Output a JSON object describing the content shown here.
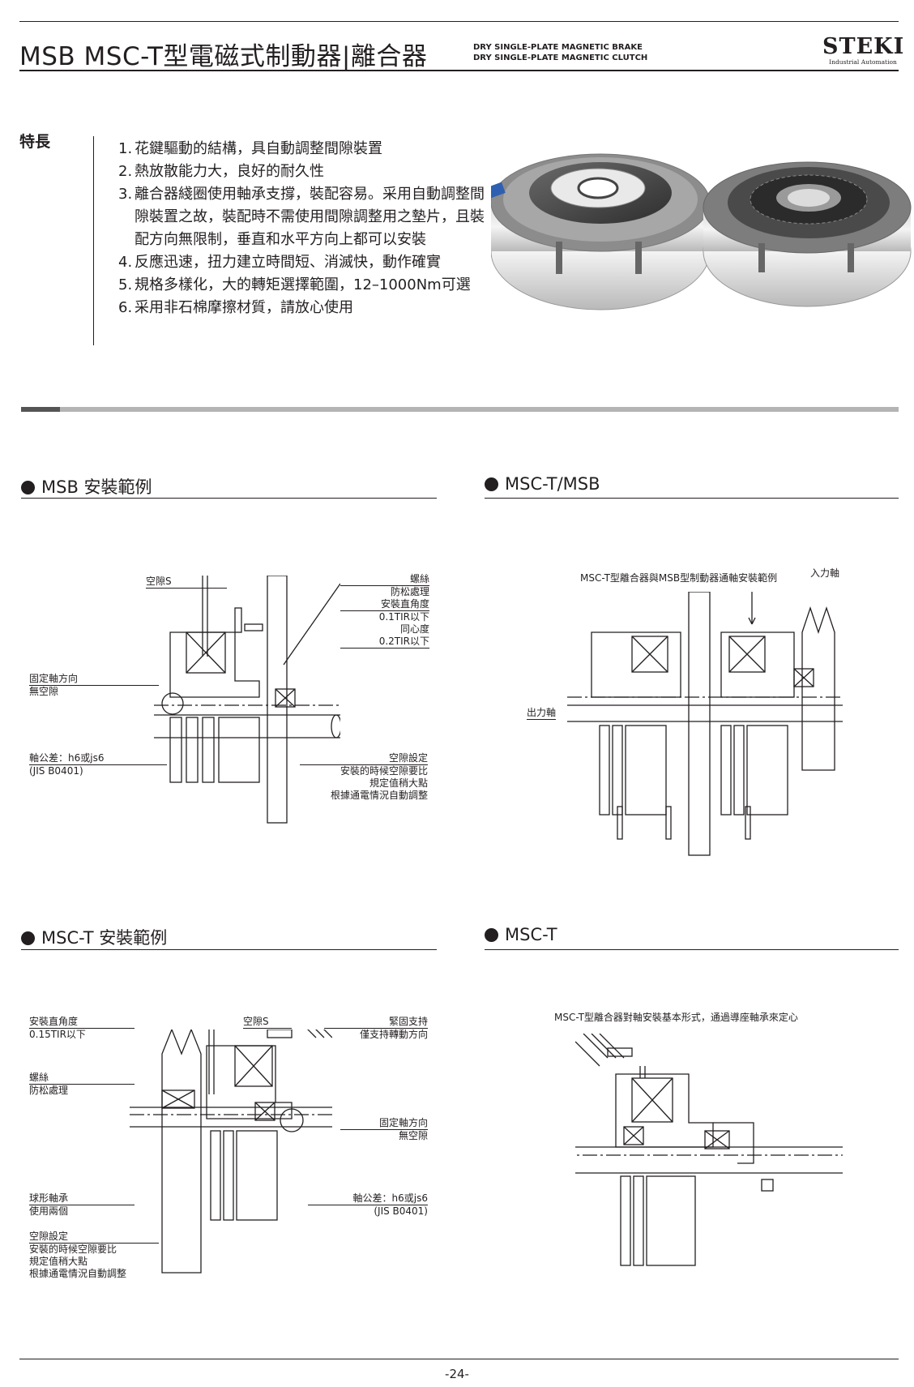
{
  "header": {
    "title": "MSB MSC-T型電磁式制動器|離合器",
    "subtitle_line1": "DRY SINGLE-PLATE MAGNETIC BRAKE",
    "subtitle_line2": "DRY SINGLE-PLATE MAGNETIC CLUTCH",
    "logo": "STEKI",
    "logo_sub": "Industrial Automation"
  },
  "features": {
    "heading": "特長",
    "items": [
      {
        "num": "1.",
        "text": "花鍵驅動的結構，具自動調整間隙裝置"
      },
      {
        "num": "2.",
        "text": "熱放散能力大，良好的耐久性"
      },
      {
        "num": "3.",
        "text": "離合器綫圈使用軸承支撐，裝配容易。采用自動調整間隙裝置之故，裝配時不需使用間隙調整用之墊片，且裝配方向無限制，垂直和水平方向上都可以安裝"
      },
      {
        "num": "4.",
        "text": "反應迅速，扭力建立時間短、消滅快，動作確實"
      },
      {
        "num": "5.",
        "text": "規格多樣化，大的轉矩選擇範圍，12–1000Nm可選"
      },
      {
        "num": "6.",
        "text": "采用非石棉摩擦材質，請放心使用"
      }
    ]
  },
  "sections": {
    "msb_install": {
      "title": "MSB 安裝範例",
      "labels": {
        "gap": "空隙S",
        "screw1": "螺絲",
        "screw2": "防松處理",
        "perp1": "安裝直角度",
        "perp2": "0.1TIR以下",
        "conc1": "同心度",
        "conc2": "0.2TIR以下",
        "fixed1": "固定軸方向",
        "fixed2": "無空隙",
        "tol1": "軸公差：h6或js6",
        "tol2": "(JIS B0401)",
        "gapset1": "空隙設定",
        "gapset2": "安裝的時候空隙要比",
        "gapset3": "規定值稍大點",
        "gapset4": "根據通電情況自動調整"
      }
    },
    "msct_msb": {
      "title": "MSC-T/MSB",
      "labels": {
        "caption": "MSC-T型離合器與MSB型制動器通軸安裝範例",
        "input": "入力軸",
        "output": "出力軸"
      }
    },
    "msct_install": {
      "title": "MSC-T 安裝範例",
      "labels": {
        "perp1": "安裝直角度",
        "perp2": "0.15TIR以下",
        "gap": "空隙S",
        "support1": "緊固支持",
        "support2": "僅支持轉動方向",
        "screw1": "螺絲",
        "screw2": "防松處理",
        "fixed1": "固定軸方向",
        "fixed2": "無空隙",
        "bearing1": "球形軸承",
        "bearing2": "使用兩個",
        "tol1": "軸公差：h6或js6",
        "tol2": "(JIS B0401)",
        "gapset1": "空隙設定",
        "gapset2": "安裝的時候空隙要比",
        "gapset3": "規定值稍大點",
        "gapset4": "根據通電情況自動調整"
      }
    },
    "msct": {
      "title": "MSC-T",
      "labels": {
        "caption": "MSC-T型離合器對軸安裝基本形式，通過導座軸承來定心"
      }
    }
  },
  "footer": {
    "page": "-24-"
  }
}
